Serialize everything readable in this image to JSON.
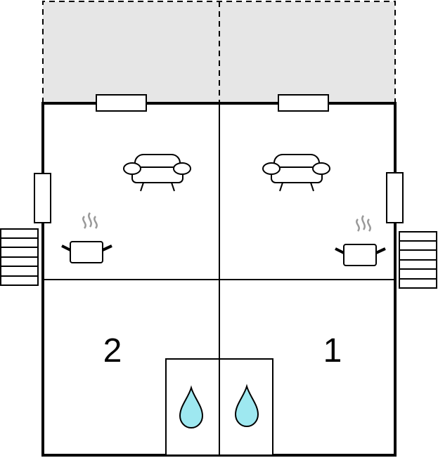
{
  "rooms": [
    {
      "id": "bedroom-left",
      "number": "2"
    },
    {
      "id": "bedroom-right",
      "number": "1"
    }
  ],
  "colors": {
    "terrace_fill": "#e6e6e6",
    "wall": "#000000",
    "water_drop_fill": "#9ee8f0",
    "steam": "#999999",
    "background": "#ffffff"
  },
  "icons": [
    "sofa-icon",
    "sofa-icon",
    "kitchen-pot-icon",
    "kitchen-pot-icon",
    "shower-drop-icon",
    "shower-drop-icon",
    "stairs-icon",
    "stairs-icon",
    "window-icon"
  ]
}
